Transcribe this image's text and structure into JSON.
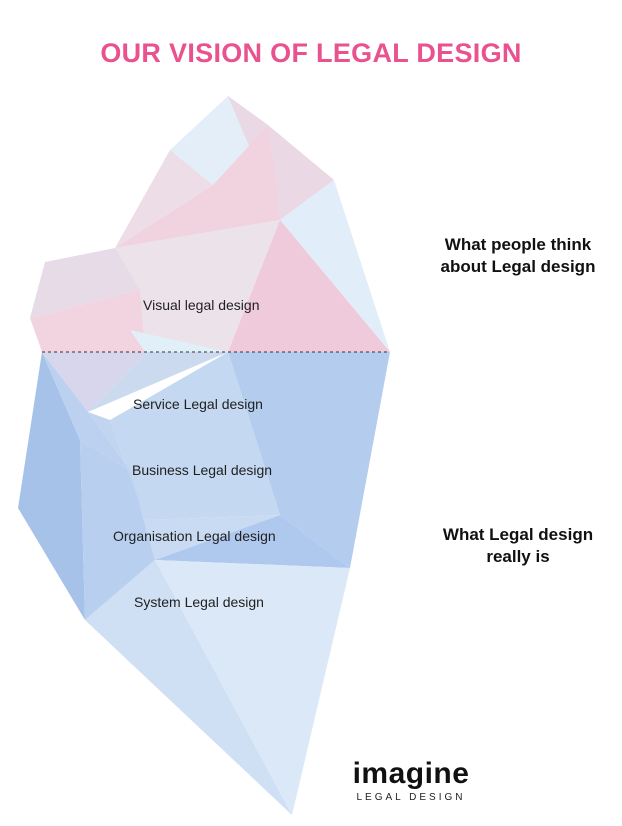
{
  "title": "OUR VISION OF LEGAL DESIGN",
  "colors": {
    "title": "#e9518f",
    "above_water": "#efc9d8",
    "below_water": "#8fb6e6",
    "waterline": "#333333"
  },
  "layers": {
    "above": "Visual legal design",
    "below": [
      "Service Legal design",
      "Business Legal design",
      "Organisation Legal design",
      "System Legal design"
    ]
  },
  "captions": {
    "above": [
      "What people think",
      "about Legal design"
    ],
    "below": [
      "What Legal design",
      "really is"
    ]
  },
  "logo": {
    "word": "imagine",
    "sub": "LEGAL DESIGN"
  }
}
